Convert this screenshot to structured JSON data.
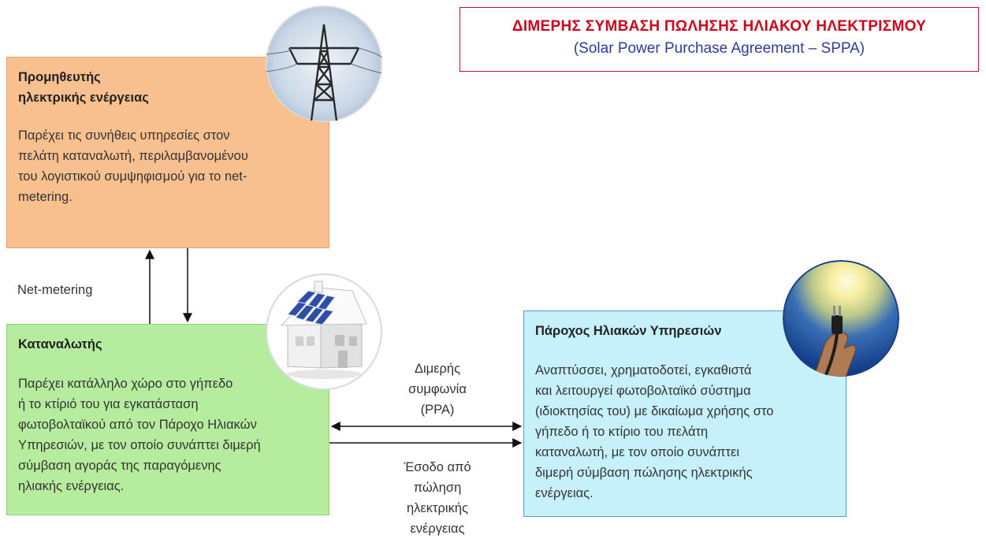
{
  "title": {
    "main": "ΔΙΜΕΡΗΣ ΣΥΜΒΑΣΗ ΠΩΛΗΣΗΣ ΗΛΙΑΚΟΥ ΗΛΕΚΤΡΙΣΜΟΥ",
    "sub": "(Solar Power Purchase Agreement – SPPA)"
  },
  "supplier": {
    "title_line1": "Προμηθευτής",
    "title_line2": "ηλεκτρικής ενέργειας",
    "text_lines": [
      "Παρέχει τις συνήθεις υπηρεσίες στον",
      "πελάτη καταναλωτή, περιλαμβανομένου",
      "του λογιστικού συμψηφισμού για το net-",
      "metering."
    ]
  },
  "consumer": {
    "title": "Καταναλωτής",
    "text_lines": [
      "Παρέχει κατάλληλο χώρο στο γήπεδο",
      "ή το κτίριό του για εγκατάσταση",
      "φωτοβολταϊκού από τον Πάροχο Ηλιακών",
      "Υπηρεσιών, με τον οποίο συνάπτει διμερή",
      "σύμβαση αγοράς της παραγόμενης",
      "ηλιακής ενέργειας."
    ]
  },
  "provider": {
    "title": "Πάροχος Ηλιακών Υπηρεσιών",
    "text_lines": [
      "Αναπτύσσει, χρηματοδοτεί, εγκαθιστά",
      "και λειτουργεί φωτοβολταϊκό σύστημα",
      "(ιδιοκτησίας του) με δικαίωμα χρήσης στο",
      "γήπεδο ή το κτίριο του πελάτη",
      "καταναλωτή, με τον οποίο συνάπτει",
      "διμερή σύμβαση πώλησης ηλεκτρικής",
      "ενέργειας."
    ]
  },
  "labels": {
    "net_metering": "Net-metering",
    "agreement": [
      "Διμερής",
      "συμφωνία",
      "(PPA)"
    ],
    "income": [
      "Έσοδο από",
      "πώληση",
      "ηλεκτρικής",
      "ενέργειας"
    ]
  },
  "images": {
    "tower": "power-tower-photo",
    "house": "solar-house-photo",
    "sun": "hand-plug-sun-photo"
  },
  "colors": {
    "title_border": "#c8102e",
    "title_main": "#d0021b",
    "title_sub": "#2f3c9a",
    "supplier_fill": "#f9c08f",
    "consumer_fill": "#b5ec9e",
    "provider_fill": "#c6f0fa",
    "provider_border": "#4d9fd0"
  }
}
